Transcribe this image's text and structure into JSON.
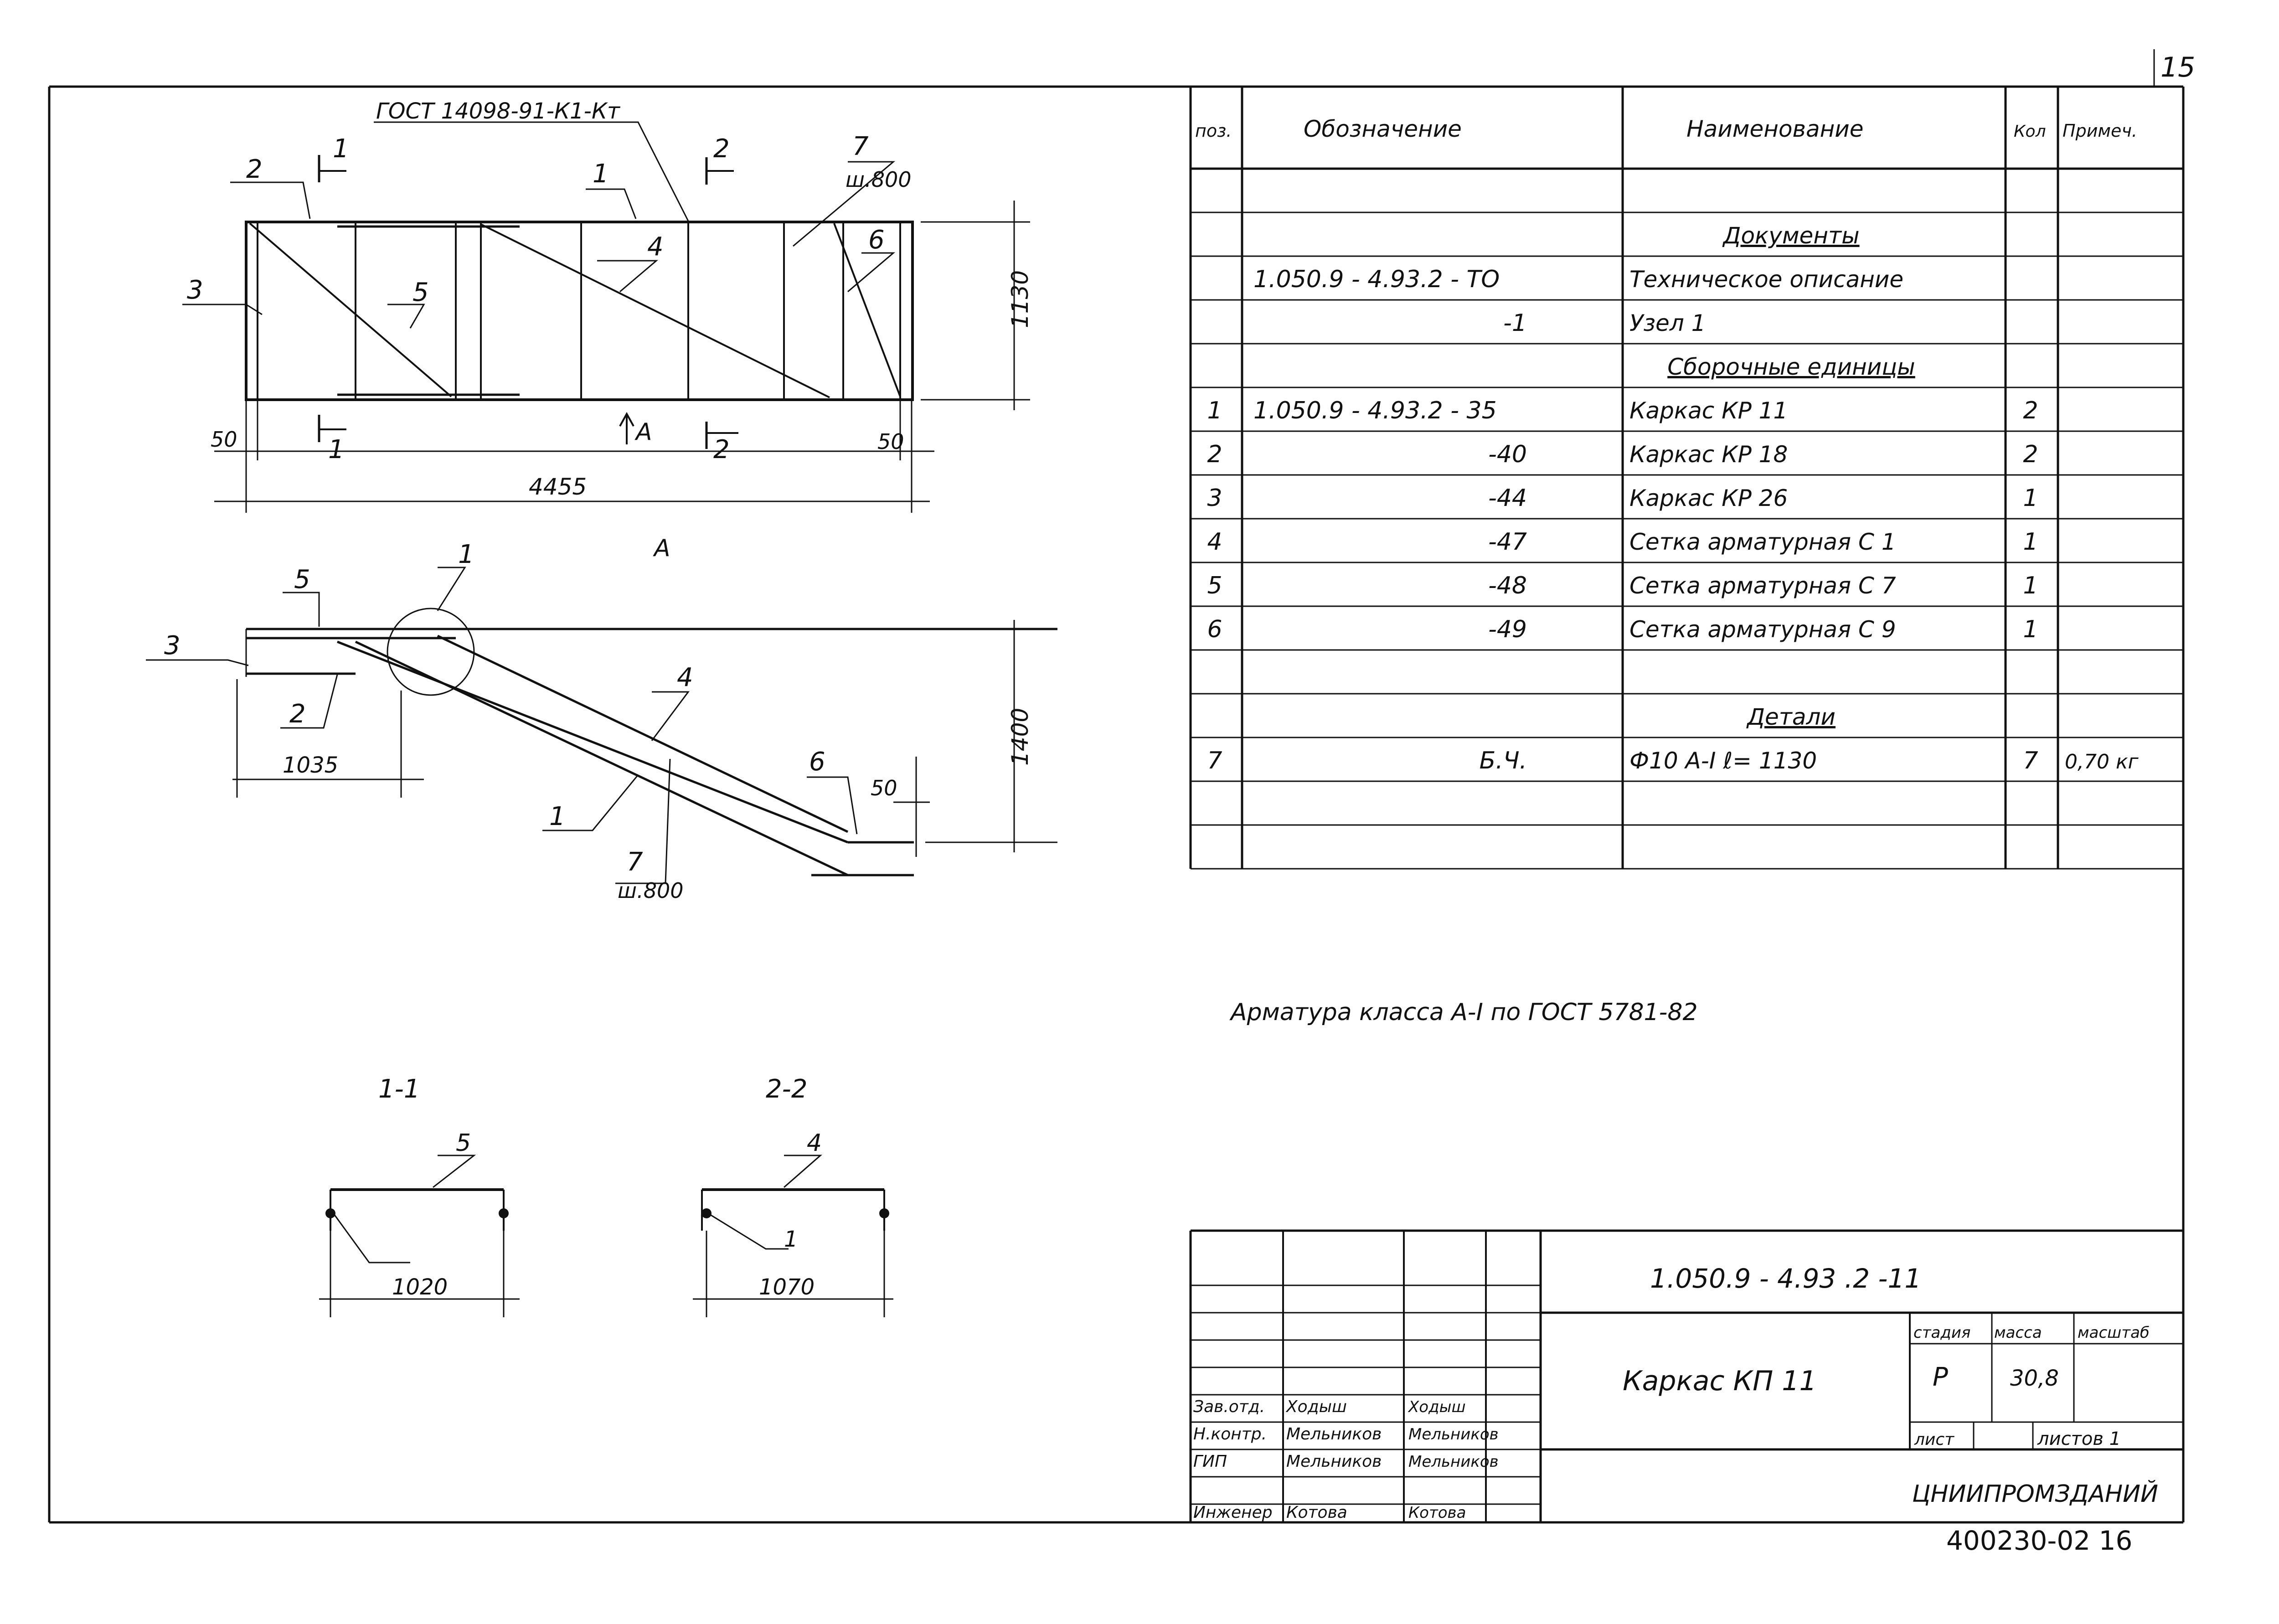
{
  "sheet_number_top": "15",
  "sheet_number_bottom": "400230-02  16",
  "spec_table": {
    "headers": [
      "поз.",
      "Обозначение",
      "Наименование",
      "Кол",
      "Примеч."
    ],
    "rows": [
      {
        "pos": "",
        "code": "",
        "name": "",
        "qty": "",
        "note": ""
      },
      {
        "pos": "",
        "code": "",
        "name": "Документы",
        "qty": "",
        "note": "",
        "section": true
      },
      {
        "pos": "",
        "code": "1.050.9 - 4.93.2 - ТО",
        "name": "Техническое описание",
        "qty": "",
        "note": ""
      },
      {
        "pos": "",
        "code": "-1",
        "name": "Узел 1",
        "qty": "",
        "note": ""
      },
      {
        "pos": "",
        "code": "",
        "name": "Сборочные единицы",
        "qty": "",
        "note": "",
        "section": true
      },
      {
        "pos": "1",
        "code": "1.050.9 - 4.93.2 - 35",
        "name": "Каркас КР 11",
        "qty": "2",
        "note": ""
      },
      {
        "pos": "2",
        "code": "-40",
        "name": "Каркас КР 18",
        "qty": "2",
        "note": ""
      },
      {
        "pos": "3",
        "code": "-44",
        "name": "Каркас КР 26",
        "qty": "1",
        "note": ""
      },
      {
        "pos": "4",
        "code": "-47",
        "name": "Сетка арматурная С 1",
        "qty": "1",
        "note": ""
      },
      {
        "pos": "5",
        "code": "-48",
        "name": "Сетка арматурная С 7",
        "qty": "1",
        "note": ""
      },
      {
        "pos": "6",
        "code": "-49",
        "name": "Сетка арматурная С 9",
        "qty": "1",
        "note": ""
      },
      {
        "pos": "",
        "code": "",
        "name": "",
        "qty": "",
        "note": ""
      },
      {
        "pos": "",
        "code": "",
        "name": "Детали",
        "qty": "",
        "note": "",
        "section": true
      },
      {
        "pos": "7",
        "code": "Б.Ч.",
        "name": "Ф10 А-I   ℓ= 1130",
        "qty": "7",
        "note": "0,70 кг"
      },
      {
        "pos": "",
        "code": "",
        "name": "",
        "qty": "",
        "note": ""
      },
      {
        "pos": "",
        "code": "",
        "name": "",
        "qty": "",
        "note": ""
      }
    ]
  },
  "note_line": "Арматура   класса   А-I   по   ГОСТ 5781-82",
  "plan_view": {
    "gost": "ГОСТ 14098-91-К1-Кт",
    "pos_labels": [
      "2",
      "3",
      "1",
      "4",
      "5",
      "7",
      "6"
    ],
    "spacing_label": "ш.800",
    "dims": {
      "left_end": "50",
      "right_end": "50",
      "length": "4455",
      "height": "1130"
    },
    "section_marks": [
      "1",
      "1",
      "2",
      "2"
    ],
    "view_mark": "А"
  },
  "elevation_view": {
    "title": "А",
    "pos_labels": [
      "5",
      "3",
      "2",
      "1",
      "4",
      "6",
      "1",
      "7"
    ],
    "spacing_label": "ш.800",
    "dims": {
      "landing": "1035",
      "end": "50",
      "height": "1400"
    }
  },
  "sections": [
    {
      "title": "1-1",
      "top_label": "5",
      "leader_label": "",
      "dim": "1020"
    },
    {
      "title": "2-2",
      "top_label": "4",
      "leader_label": "1",
      "dim": "1070"
    }
  ],
  "title_block": {
    "doc_code": "1.050.9 - 4.93 .2 -11",
    "title": "Каркас КП 11",
    "stage_header": "стадия",
    "mass_header": "масса",
    "scale_header": "масштаб",
    "stage": "Р",
    "mass": "30,8",
    "sheet_label": "лист",
    "sheets_label": "листов 1",
    "org": "ЦНИИПРОМЗДАНИЙ",
    "signers": [
      {
        "role": "Зав.отд.",
        "name": "Ходыш",
        "signature": "Ходыш"
      },
      {
        "role": "Н.контр.",
        "name": "Мельников",
        "signature": "Мельников"
      },
      {
        "role": "ГИП",
        "name": "Мельников",
        "signature": "Мельников"
      },
      {
        "role": "Инженер",
        "name": "Котова",
        "signature": "Котова"
      }
    ]
  }
}
